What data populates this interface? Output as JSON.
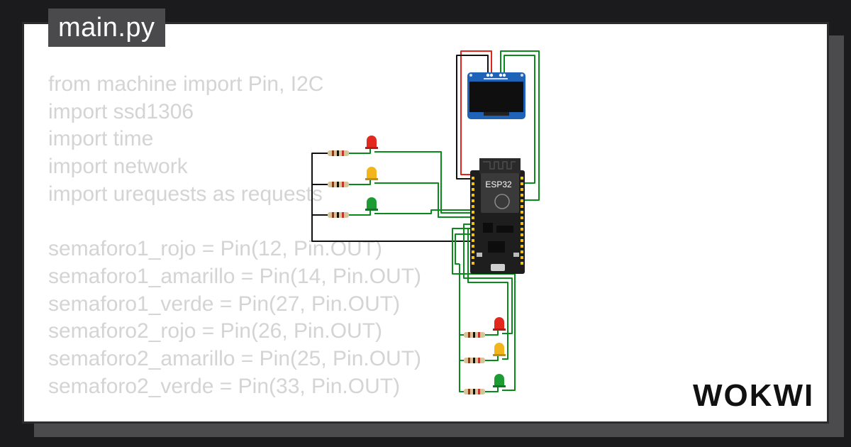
{
  "file": {
    "tab_label": "main.py"
  },
  "code_lines": [
    "from machine import Pin, I2C",
    "import ssd1306",
    "import time",
    "import network",
    "import urequests as requests",
    "",
    "semaforo1_rojo = Pin(12, Pin.OUT)",
    "semaforo1_amarillo = Pin(14, Pin.OUT)",
    "semaforo1_verde = Pin(27, Pin.OUT)",
    "semaforo2_rojo = Pin(26, Pin.OUT)",
    "semaforo2_amarillo = Pin(25, Pin.OUT)",
    "semaforo2_verde = Pin(33, Pin.OUT)"
  ],
  "board": {
    "chip_label": "ESP32"
  },
  "brand": {
    "logo_text": "WOKWI",
    "icon": "wokwi-logo"
  },
  "colors": {
    "wire_green": "#0a8a1a",
    "wire_red": "#e0261b",
    "wire_black": "#111111",
    "led_red": "#e3281e",
    "led_yellow": "#f2b51c",
    "led_green": "#1e9c34",
    "board_dark": "#1e1e1e",
    "oled_blue": "#1e63b8"
  }
}
